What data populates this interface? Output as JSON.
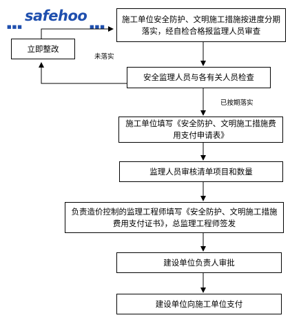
{
  "watermark": {
    "text": "safehoo",
    "color": "#1f4fae"
  },
  "flow": {
    "step1": "施工单位安全防护、文明施工措施按进度分期落实，经自检合格报监理人员审查",
    "step2": "安全监理人员与各有关人员检查",
    "step3": "施工单位填写《安全防护、文明施工措施费用支付申请表》",
    "step4": "监理人员审核清单项目和数量",
    "step5": "负责造价控制的监理工程师填写《安全防护、文明施工措施费用支付证书》，总监理工程师签发",
    "step6": "建设单位负责人审批",
    "step7": "建设单位向施工单位支付",
    "rectify": "立即整改"
  },
  "edges": {
    "not_done": "未落实",
    "done_on_schedule": "已按期落实"
  }
}
